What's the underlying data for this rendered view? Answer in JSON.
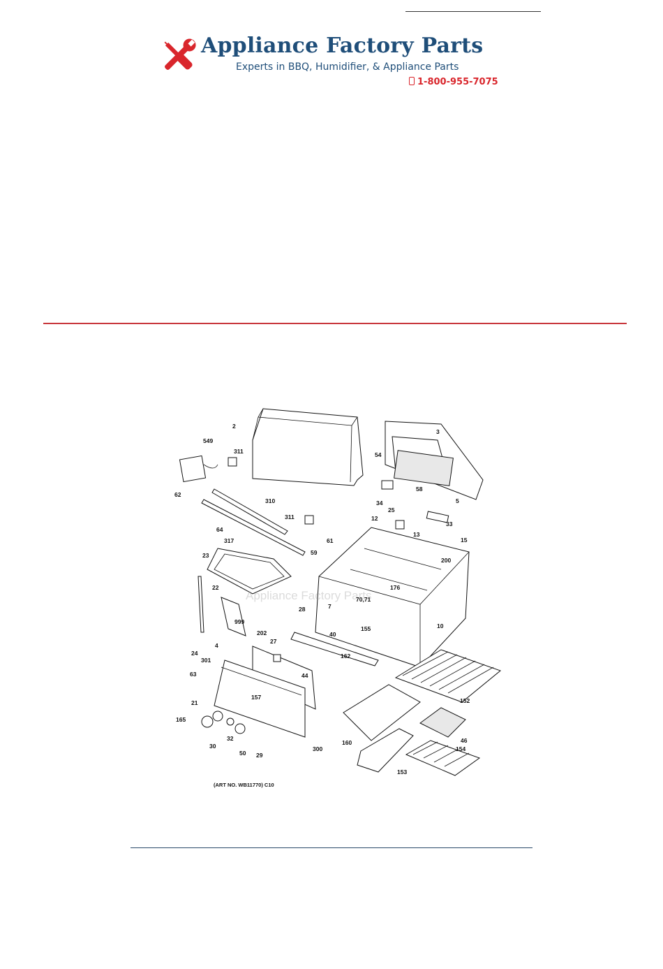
{
  "header": {
    "brand_name": "Appliance Factory Parts",
    "tagline": "Experts in BBQ, Humidifier, & Appliance Parts",
    "phone": "1-800-955-7075",
    "logo_icon": "wrench-screwdriver-icon",
    "phone_icon": "mobile-phone-icon",
    "brand_color": "#1f4e79",
    "accent_color": "#d9262c"
  },
  "diagram": {
    "watermark": "Appliance Factory Parts",
    "art_number": "(ART NO. WB11770) C10",
    "part_labels": [
      "2",
      "3",
      "549",
      "311",
      "54",
      "58",
      "5",
      "34",
      "62",
      "310",
      "311",
      "25",
      "12",
      "13",
      "33",
      "15",
      "64",
      "61",
      "317",
      "59",
      "200",
      "23",
      "22",
      "176",
      "70,71",
      "7",
      "28",
      "155",
      "10",
      "999",
      "40",
      "162",
      "4",
      "24",
      "202",
      "27",
      "44",
      "301",
      "63",
      "157",
      "152",
      "21",
      "165",
      "32",
      "30",
      "50",
      "29",
      "300",
      "160",
      "46",
      "154",
      "153"
    ]
  }
}
